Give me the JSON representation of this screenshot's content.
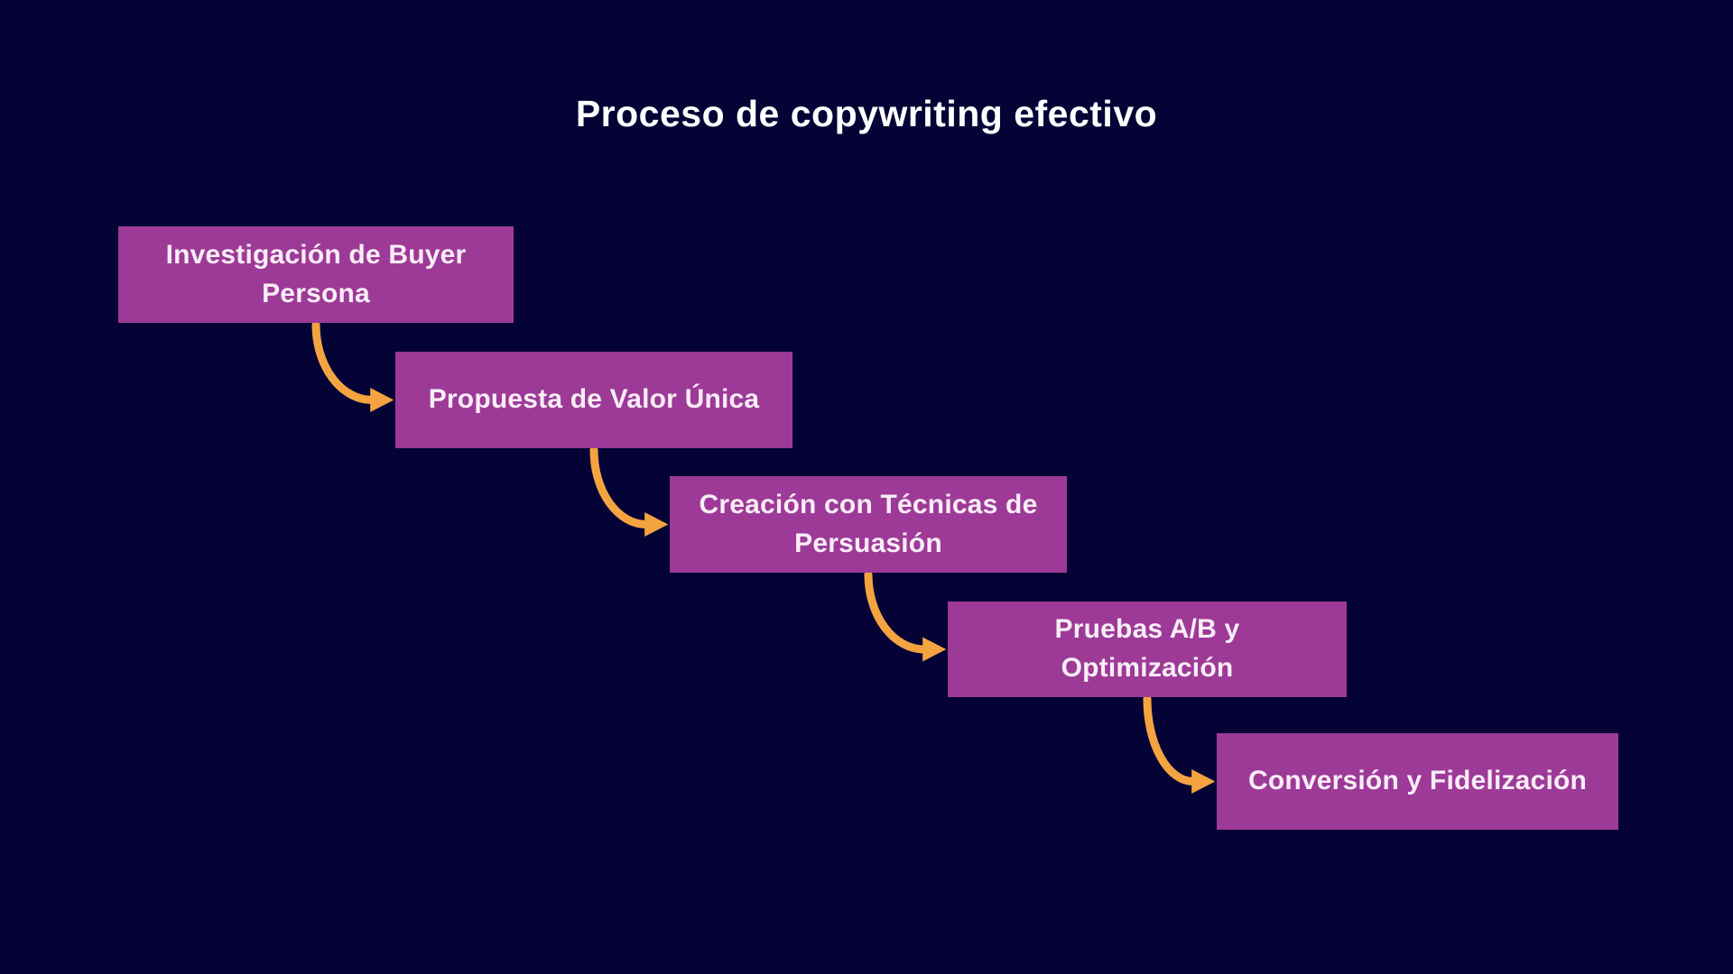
{
  "title": "Proceso de copywriting efectivo",
  "colors": {
    "background": "#050236",
    "step_box": "#9d3a97",
    "step_text": "#f9edf7",
    "title_text": "#ffffff",
    "arrow": "#f3a440"
  },
  "process": {
    "type": "flow",
    "steps": [
      {
        "order": 1,
        "label": "Investigación de Buyer\nPersona"
      },
      {
        "order": 2,
        "label": "Propuesta de Valor Única"
      },
      {
        "order": 3,
        "label": "Creación con Técnicas de\nPersuasión"
      },
      {
        "order": 4,
        "label": "Pruebas A/B y\nOptimización"
      },
      {
        "order": 5,
        "label": "Conversión y Fidelización"
      }
    ]
  }
}
